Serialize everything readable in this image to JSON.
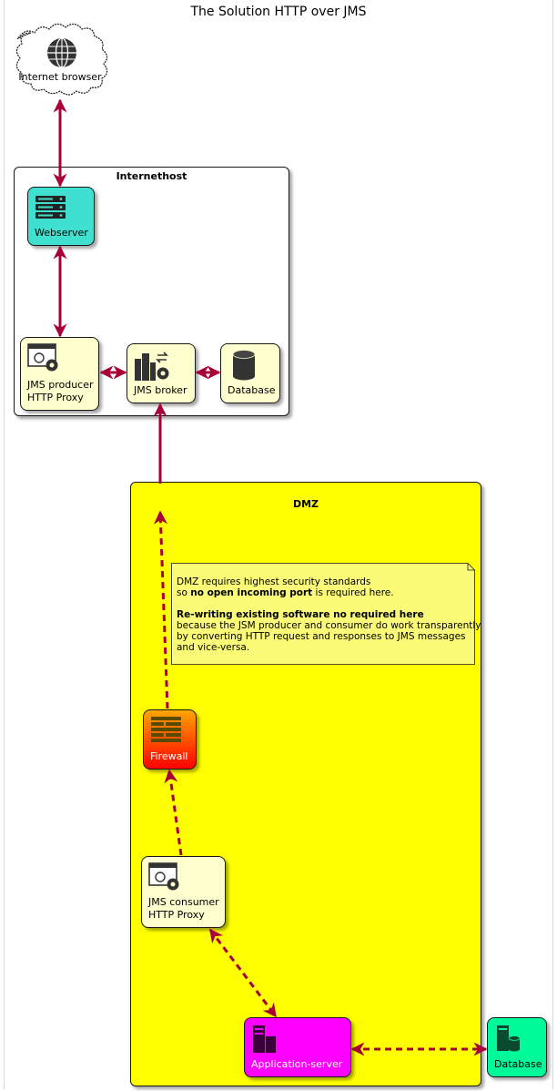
{
  "title": "The Solution HTTP over JMS",
  "nodes": {
    "internet_browser": "Internet browser",
    "webserver": "Webserver",
    "jms_producer": [
      "JMS producer",
      "HTTP Proxy"
    ],
    "jms_broker": "JMS broker",
    "database_internet": "Database",
    "firewall": "Firewall",
    "jms_consumer": [
      "JMS consumer",
      "HTTP Proxy"
    ],
    "application_server": "Application-server",
    "database_dmz": "Database"
  },
  "groups": {
    "internethost": "Internethost",
    "dmz": "DMZ"
  },
  "note": {
    "line1": "DMZ requires highest security standards",
    "line2_prefix": "so ",
    "line2_bold": "no open incoming port",
    "line2_suffix": " is required here.",
    "line3_bold": "Re-writing existing software no required here",
    "line4": "because the JSM producer and consumer do work transparently",
    "line5": "by converting HTTP request and responses to JMS messages",
    "line6": "and vice-versa."
  },
  "colors": {
    "arrow": "#A80036",
    "webserver": "#40E0D0",
    "component": "#FEFECE",
    "dmz": "#FFFF00",
    "firewall_top": "#FFA500",
    "firewall_bottom": "#FF0000",
    "application_server": "#FF00FF",
    "database_dmz": "#00FA9A",
    "note": "#FBFB77"
  },
  "icons": {
    "internet_browser": "globe-icon",
    "webserver": "server-rack-icon",
    "jms_producer": "web-app-gear-icon",
    "jms_broker": "city-exchange-gear-icon",
    "database": "database-icon",
    "firewall": "brick-wall-icon",
    "jms_consumer": "web-app-gear-icon",
    "application_server": "server-tower-icon",
    "database_dmz": "server-database-icon"
  }
}
